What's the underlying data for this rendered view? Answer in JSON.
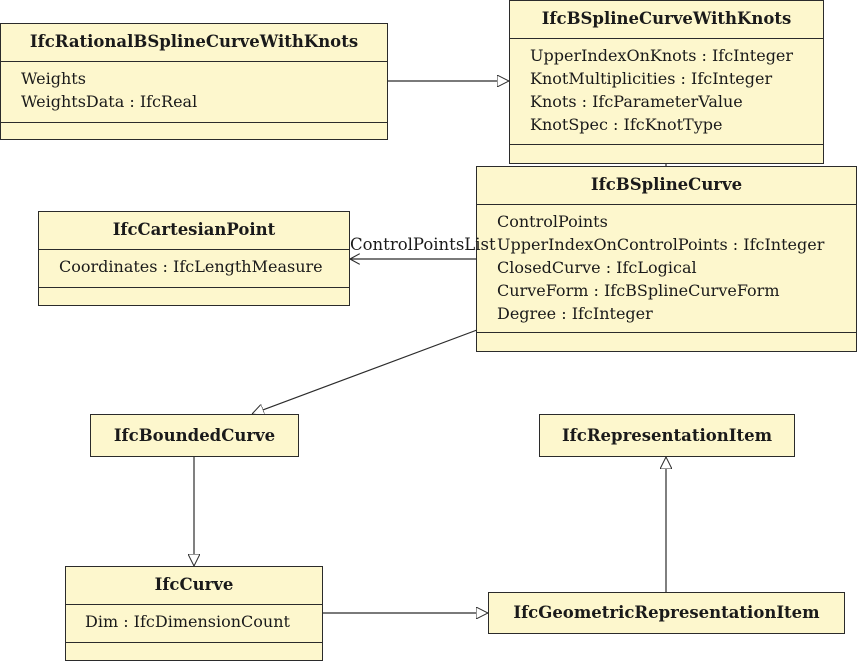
{
  "classes": {
    "rational": {
      "name": "IfcRationalBSplineCurveWithKnots",
      "attributes": [
        "Weights",
        "WeightsData : IfcReal"
      ]
    },
    "withknots": {
      "name": "IfcBSplineCurveWithKnots",
      "attributes": [
        "UpperIndexOnKnots : IfcInteger",
        "KnotMultiplicities : IfcInteger",
        "Knots : IfcParameterValue",
        "KnotSpec : IfcKnotType"
      ]
    },
    "bspline": {
      "name": "IfcBSplineCurve",
      "attributes": [
        "ControlPoints",
        "UpperIndexOnControlPoints : IfcInteger",
        "ClosedCurve : IfcLogical",
        "CurveForm : IfcBSplineCurveForm",
        "Degree : IfcInteger"
      ]
    },
    "cartesian": {
      "name": "IfcCartesianPoint",
      "attributes": [
        "Coordinates : IfcLengthMeasure"
      ]
    },
    "bounded": {
      "name": "IfcBoundedCurve"
    },
    "repitem": {
      "name": "IfcRepresentationItem"
    },
    "curve": {
      "name": "IfcCurve",
      "attributes": [
        "Dim : IfcDimensionCount"
      ]
    },
    "georep": {
      "name": "IfcGeometricRepresentationItem"
    }
  },
  "association": {
    "role": "ControlPointsList"
  }
}
